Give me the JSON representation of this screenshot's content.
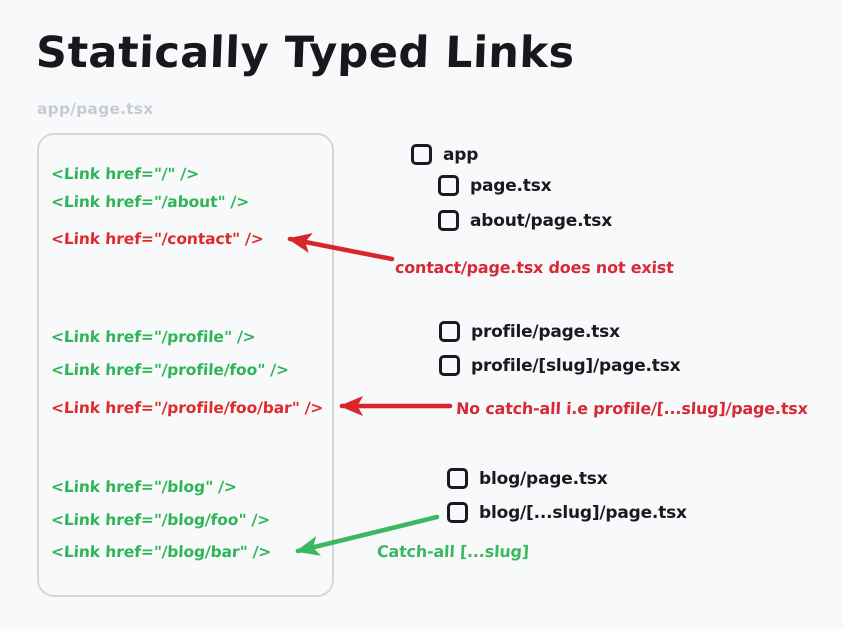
{
  "page": {
    "title": "Statically Typed Links",
    "file_caption": "app/page.tsx",
    "background_color": "#f8f9fb",
    "valid_color": "#2fb457",
    "invalid_color": "#e02a2a",
    "annotation_red": "#d62b35",
    "annotation_green": "#3cb863",
    "text_color": "#181a1f",
    "caption_color": "#c6cad1",
    "card_border_color": "#d4d6d9"
  },
  "code": {
    "groups": [
      {
        "lines": [
          {
            "text": "<Link href=\"/\" />",
            "status": "ok"
          },
          {
            "text": "<Link href=\"/about\" />",
            "status": "ok"
          },
          {
            "text": "<Link href=\"/contact\" />",
            "status": "bad"
          }
        ]
      },
      {
        "lines": [
          {
            "text": "<Link href=\"/profile\" />",
            "status": "ok"
          },
          {
            "text": "<Link href=\"/profile/foo\" />",
            "status": "ok"
          },
          {
            "text": "<Link href=\"/profile/foo/bar\" />",
            "status": "bad"
          }
        ]
      },
      {
        "lines": [
          {
            "text": "<Link href=\"/blog\" />",
            "status": "ok"
          },
          {
            "text": "<Link href=\"/blog/foo\" />",
            "status": "ok"
          },
          {
            "text": "<Link href=\"/blog/bar\" />",
            "status": "ok"
          }
        ]
      }
    ],
    "flat": [
      "<Link href=\"/\" />",
      "<Link href=\"/about\" />",
      "<Link href=\"/contact\" />",
      "<Link href=\"/profile\" />",
      "<Link href=\"/profile/foo\" />",
      "<Link href=\"/profile/foo/bar\" />",
      "<Link href=\"/blog\" />",
      "<Link href=\"/blog/foo\" />",
      "<Link href=\"/blog/bar\" />"
    ]
  },
  "file_tree": [
    {
      "label": "app",
      "indent": 0,
      "checked": false
    },
    {
      "label": "page.tsx",
      "indent": 1,
      "checked": false
    },
    {
      "label": "about/page.tsx",
      "indent": 1,
      "checked": false
    },
    {
      "label": "profile/page.tsx",
      "indent": 1,
      "checked": false
    },
    {
      "label": "profile/[slug]/page.tsx",
      "indent": 1,
      "checked": false
    },
    {
      "label": "blog/page.tsx",
      "indent": 1,
      "checked": false
    },
    {
      "label": "blog/[...slug]/page.tsx",
      "indent": 1,
      "checked": false
    }
  ],
  "annotations": [
    {
      "text": "contact/page.tsx does not exist",
      "tone": "red"
    },
    {
      "text": "No catch-all i.e profile/[...slug]/page.tsx",
      "tone": "red"
    },
    {
      "text": "Catch-all [...slug]",
      "tone": "green"
    }
  ]
}
